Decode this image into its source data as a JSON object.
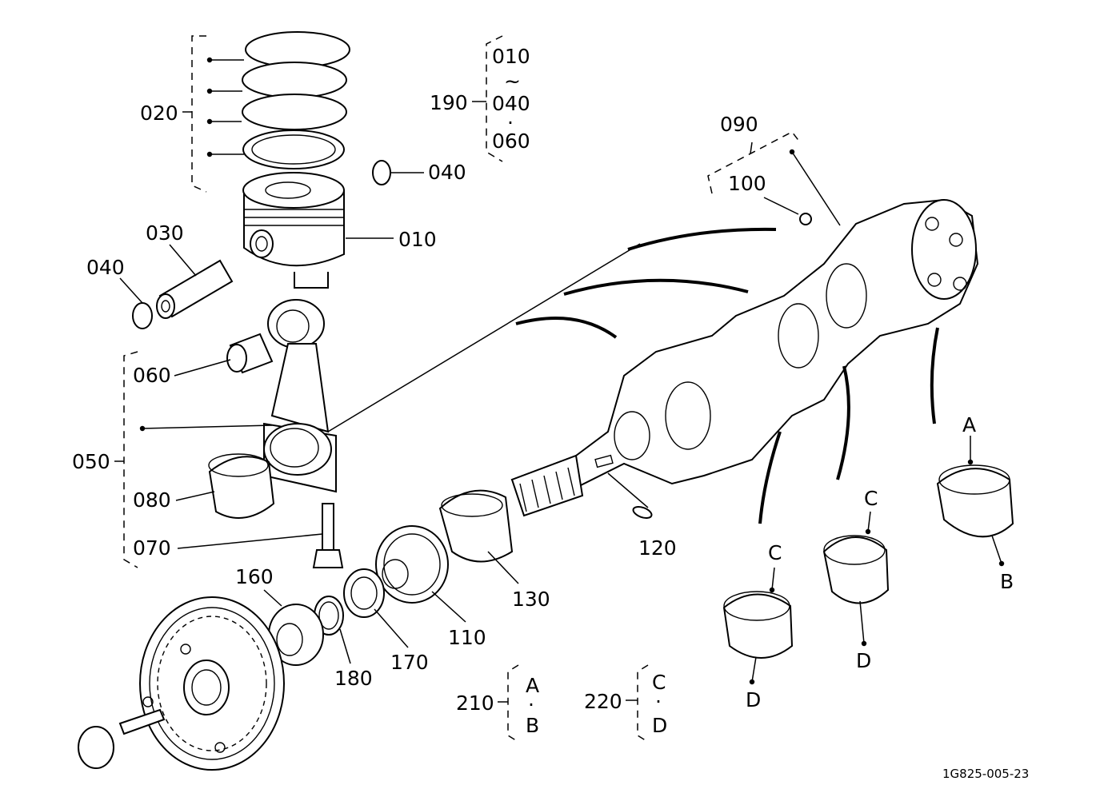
{
  "diagram_id": "1G825-005-23",
  "parts": {
    "p010": "010",
    "p020": "020",
    "p030": "030",
    "p040": "040",
    "p050": "050",
    "p060": "060",
    "p070": "070",
    "p080": "080",
    "p090": "090",
    "p100": "100",
    "p110": "110",
    "p120": "120",
    "p130": "130",
    "p160": "160",
    "p170": "170",
    "p180": "180",
    "p190": "190",
    "p210": "210",
    "p220": "220"
  },
  "groups": {
    "g190": {
      "items": [
        "010",
        "~",
        "040",
        "·",
        "060"
      ]
    },
    "g210": {
      "items": [
        "A",
        "·",
        "B"
      ]
    },
    "g220": {
      "items": [
        "C",
        "·",
        "D"
      ]
    }
  },
  "bearing_refs": {
    "a": "A",
    "b": "B",
    "c": "C",
    "d": "D"
  }
}
